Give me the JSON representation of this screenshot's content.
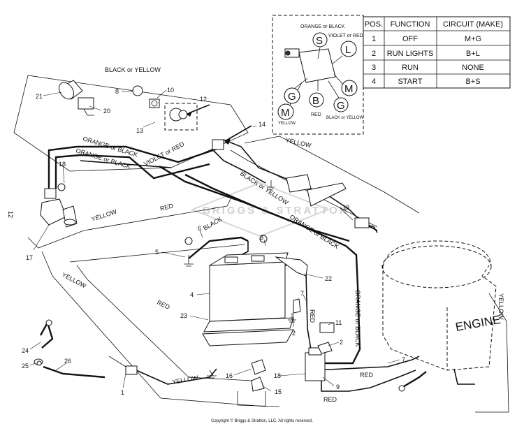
{
  "wire_labels": {
    "black_or_yellow_top": "BLACK or YELLOW",
    "orange_or_black_1": "ORANGE or BLACK",
    "orange_or_black_2": "ORANGE or BLACK",
    "violet_or_red": "VIOLET or RED",
    "black_or_yellow_mid": "BLACK or YELLOW",
    "orange_or_black_3": "ORANGE or BLACK",
    "orange_or_black_vertical": "ORANGE or BLACK",
    "yellow_top": "YELLOW",
    "yellow_left": "YELLOW",
    "yellow_lower_left": "YELLOW",
    "yellow_bottom": "YELLOW",
    "yellow_right": "YELLOW",
    "red_upper": "RED",
    "red_mid": "RED",
    "red_vertical": "RED",
    "red_lower": "RED",
    "red_bottom": "RED",
    "black_battery": "BLACK",
    "engine": "ENGINE"
  },
  "switch_detail": {
    "top_label": "ORANGE or BLACK",
    "right_label": "VIOLET or RED",
    "red_label": "RED",
    "bottom_right_label": "BLACK or YELLOW",
    "yellow_label": "YELLOW",
    "terminals": {
      "s": "S",
      "l": "L",
      "g1": "G",
      "b": "B",
      "m1": "M",
      "g2": "G",
      "m2": "M"
    }
  },
  "callouts": {
    "c21": "21",
    "c8": "8",
    "c10": "10",
    "c12": "12",
    "c20": "20",
    "c13": "13",
    "c14": "14",
    "c18a": "18",
    "c12_left": "12",
    "c17": "17",
    "c6": "6",
    "c3": "3",
    "c5": "5",
    "c19": "19",
    "c22": "22",
    "c4": "4",
    "c7a": "7",
    "c23": "23",
    "c2a": "2",
    "c11": "11",
    "c2b": "2",
    "c24": "24",
    "c25": "25",
    "c26": "26",
    "c1": "1",
    "c16": "16",
    "c18b": "18",
    "c9": "9",
    "c15": "15",
    "c7b": "7"
  },
  "watermark": "BRIGGS & STRATTON",
  "table": {
    "headers": [
      "POS.",
      "FUNCTION",
      "CIRCUIT  (MAKE)"
    ],
    "rows": [
      [
        "1",
        "OFF",
        "M+G"
      ],
      [
        "2",
        "RUN LIGHTS",
        "B+L"
      ],
      [
        "3",
        "RUN",
        "NONE"
      ],
      [
        "4",
        "START",
        "B+S"
      ]
    ]
  },
  "copyright": "Copyright © Briggs & Stratton, LLC. All rights reserved."
}
